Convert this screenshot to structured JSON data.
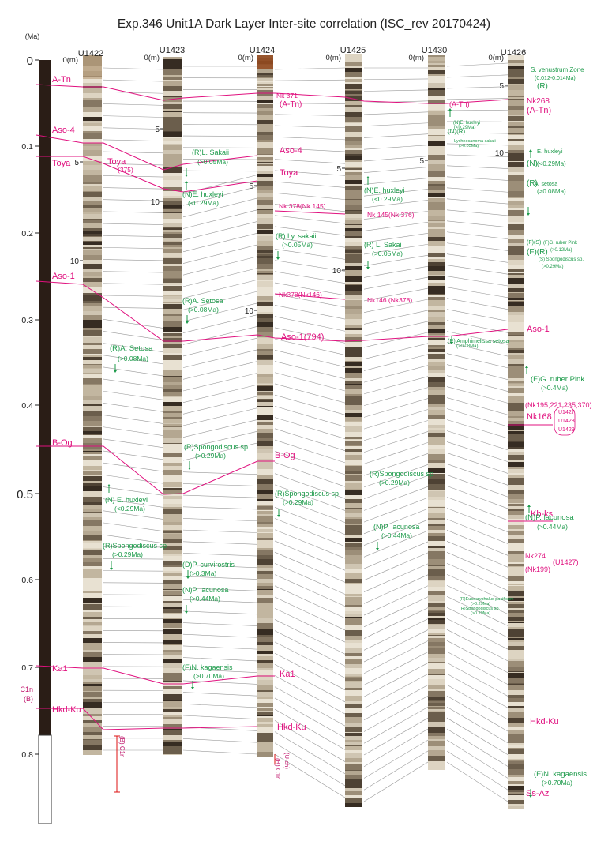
{
  "title": "Exp.346 Unit1A Dark Layer Inter-site correlation (ISC_rev 20170424)",
  "colors": {
    "tephra": "#e0117f",
    "biostrat": "#1c9a4a",
    "tie": "#999999",
    "text": "#222222",
    "age_bar": "#2a1d16"
  },
  "age_axis": {
    "unit": "(Ma)",
    "ticks": [
      "0",
      "0.1",
      "0.2",
      "0.3",
      "0.4",
      "0.5",
      "0.6",
      "0.7",
      "0.8"
    ],
    "chron": [
      "C1n",
      "(B)"
    ]
  },
  "sites": [
    {
      "id": "U1422",
      "depth_unit": "0(m)",
      "depth_ticks": [
        "5",
        "10"
      ]
    },
    {
      "id": "U1423",
      "depth_unit": "0(m)",
      "depth_ticks": [
        "5",
        "10"
      ]
    },
    {
      "id": "U1424",
      "depth_unit": "0(m)",
      "depth_ticks": [
        "5",
        "10"
      ]
    },
    {
      "id": "U1425",
      "depth_unit": "0(m)",
      "depth_ticks": [
        "5",
        "10"
      ]
    },
    {
      "id": "U1430",
      "depth_unit": "0(m)",
      "depth_ticks": [
        "5"
      ]
    },
    {
      "id": "U1426",
      "depth_unit": "0(m)",
      "depth_ticks": [
        "5",
        "10"
      ]
    }
  ],
  "tephra_labels": [
    {
      "site": "axis",
      "text": "A-Tn"
    },
    {
      "site": "axis",
      "text": "Aso-4"
    },
    {
      "site": "axis",
      "text": "Toya"
    },
    {
      "site": "axis",
      "text": "Aso-1"
    },
    {
      "site": "axis",
      "text": "B-Og"
    },
    {
      "site": "axis",
      "text": "Ka1"
    },
    {
      "site": "axis",
      "text": "Hkd-Ku"
    },
    {
      "site": "U1422",
      "text": "Toya"
    },
    {
      "site": "U1422",
      "text": "(375)"
    },
    {
      "site": "U1424",
      "text": "Nk 371"
    },
    {
      "site": "U1424",
      "text": "(A-Tn)"
    },
    {
      "site": "U1424",
      "text": "Aso-4"
    },
    {
      "site": "U1424",
      "text": "Toya"
    },
    {
      "site": "U1424",
      "text": "Nk 378(Nk 145)"
    },
    {
      "site": "U1424",
      "text": "Nk378(Nk146)"
    },
    {
      "site": "U1424",
      "text": "Aso-1(794)"
    },
    {
      "site": "U1424",
      "text": "B-Og"
    },
    {
      "site": "U1424",
      "text": "Ka1"
    },
    {
      "site": "U1424",
      "text": "Hkd-Ku"
    },
    {
      "site": "U1425",
      "text": "Nk 145(Nk 376)"
    },
    {
      "site": "U1425",
      "text": "Nk146 (Nk378)"
    },
    {
      "site": "U1430",
      "text": "(A-Tn)"
    },
    {
      "site": "U1426",
      "text": "Nk268"
    },
    {
      "site": "U1426",
      "text": "(A-Tn)"
    },
    {
      "site": "U1426",
      "text": "Aso-1"
    },
    {
      "site": "U1426",
      "text": "(Nk195,221,235,370)"
    },
    {
      "site": "U1426",
      "text": "Nk168"
    },
    {
      "site": "U1426",
      "text": "U1427"
    },
    {
      "site": "U1426",
      "text": "U1428"
    },
    {
      "site": "U1426",
      "text": "U1429"
    },
    {
      "site": "U1426",
      "text": "Kb-ks"
    },
    {
      "site": "U1426",
      "text": "Nk274"
    },
    {
      "site": "U1426",
      "text": "(U1427)"
    },
    {
      "site": "U1426",
      "text": "(Nk199)"
    },
    {
      "site": "U1426",
      "text": "Hkd-Ku"
    },
    {
      "site": "U1426",
      "text": "Ss-Az"
    }
  ],
  "bio_labels": [
    {
      "site": "U1422",
      "text": "(R)A. Setosa"
    },
    {
      "site": "U1422",
      "text": "(>0.08Ma)"
    },
    {
      "site": "U1422",
      "text": "(N) E. huxleyi"
    },
    {
      "site": "U1422",
      "text": "(<0.29Ma)"
    },
    {
      "site": "U1422",
      "text": "(R)Spongodiscus sp"
    },
    {
      "site": "U1422",
      "text": "(>0.29Ma)"
    },
    {
      "site": "U1422",
      "text": "(B) C1n"
    },
    {
      "site": "U1423",
      "text": "(R)L. Sakaii"
    },
    {
      "site": "U1423",
      "text": "(>0.05Ma)"
    },
    {
      "site": "U1423",
      "text": "(N)E. huxleyi"
    },
    {
      "site": "U1423",
      "text": "(<0.29Ma)"
    },
    {
      "site": "U1423",
      "text": "(R)A. Setosa"
    },
    {
      "site": "U1423",
      "text": "(>0.08Ma)"
    },
    {
      "site": "U1423",
      "text": "(R)Spongodiscus sp"
    },
    {
      "site": "U1423",
      "text": "(>0.29Ma)"
    },
    {
      "site": "U1423",
      "text": "(D)P. curvirostris"
    },
    {
      "site": "U1423",
      "text": "(>0.3Ma)"
    },
    {
      "site": "U1423",
      "text": "(N)P. lacunosa"
    },
    {
      "site": "U1423",
      "text": "(>0.44Ma)"
    },
    {
      "site": "U1423",
      "text": "(F)N. kagaensis"
    },
    {
      "site": "U1423",
      "text": "(>0.70Ma)"
    },
    {
      "site": "U1424",
      "text": "(R) Ly. sakaii"
    },
    {
      "site": "U1424",
      "text": "(>0.05Ma)"
    },
    {
      "site": "U1424",
      "text": "(R)Spongodiscus sp"
    },
    {
      "site": "U1424",
      "text": "(>0.29Ma)"
    },
    {
      "site": "U1424",
      "text": "(B) C1n"
    },
    {
      "site": "U1424",
      "text": "(U-ch)"
    },
    {
      "site": "U1425",
      "text": "(N)E. huxleyi"
    },
    {
      "site": "U1425",
      "text": "(<0.29Ma)"
    },
    {
      "site": "U1425",
      "text": "(R) L. Sakai"
    },
    {
      "site": "U1425",
      "text": "(>0.05Ma)"
    },
    {
      "site": "U1425",
      "text": "(R)Spongodiscus sp"
    },
    {
      "site": "U1425",
      "text": "(>0.29Ma)"
    },
    {
      "site": "U1425",
      "text": "(N)P. lacunosa"
    },
    {
      "site": "U1425",
      "text": "(>0.44Ma)"
    },
    {
      "site": "U1430",
      "text": "(N)E. huxleyi"
    },
    {
      "site": "U1430",
      "text": "(<0.29Ma)"
    },
    {
      "site": "U1430",
      "text": "(N)(R)"
    },
    {
      "site": "U1430",
      "text": "Lychnocanoma sakaii"
    },
    {
      "site": "U1430",
      "text": "(>0.05Ma)"
    },
    {
      "site": "U1430",
      "text": "(R) Amphimelissa setosa"
    },
    {
      "site": "U1430",
      "text": "(>0.08Ma)"
    },
    {
      "site": "U1430",
      "text": "(R)Eucecryphalus pacificum"
    },
    {
      "site": "U1430",
      "text": "(>0.29Ma)"
    },
    {
      "site": "U1430",
      "text": "(R)Spongodiscus sp."
    },
    {
      "site": "U1430",
      "text": "(>0.29Ma)"
    },
    {
      "site": "U1426",
      "text": "S. venustrum Zone"
    },
    {
      "site": "U1426",
      "text": "(0.012-0.014Ma)"
    },
    {
      "site": "U1426",
      "text": "(R)"
    },
    {
      "site": "U1426",
      "text": "E. huxleyi"
    },
    {
      "site": "U1426",
      "text": "(N)"
    },
    {
      "site": "U1426",
      "text": "(<0.29Ma)"
    },
    {
      "site": "U1426",
      "text": "(R)"
    },
    {
      "site": "U1426",
      "text": "A. setosa"
    },
    {
      "site": "U1426",
      "text": "(>0.08Ma)"
    },
    {
      "site": "U1426",
      "text": "(F)(S)"
    },
    {
      "site": "U1426",
      "text": "(F)G. ruber Pink"
    },
    {
      "site": "U1426",
      "text": "(>0.12Ma)"
    },
    {
      "site": "U1426",
      "text": "(F)(R)"
    },
    {
      "site": "U1426",
      "text": "(S) Spongodiscus sp."
    },
    {
      "site": "U1426",
      "text": "(>0.29Ma)"
    },
    {
      "site": "U1426",
      "text": "(F)G. ruber Pink"
    },
    {
      "site": "U1426",
      "text": "(>0.4Ma)"
    },
    {
      "site": "U1426",
      "text": "(N)P. lacunosa"
    },
    {
      "site": "U1426",
      "text": "(>0.44Ma)"
    },
    {
      "site": "U1426",
      "text": "(F)N. kagaensis"
    },
    {
      "site": "U1426",
      "text": "(>0.70Ma)"
    }
  ]
}
